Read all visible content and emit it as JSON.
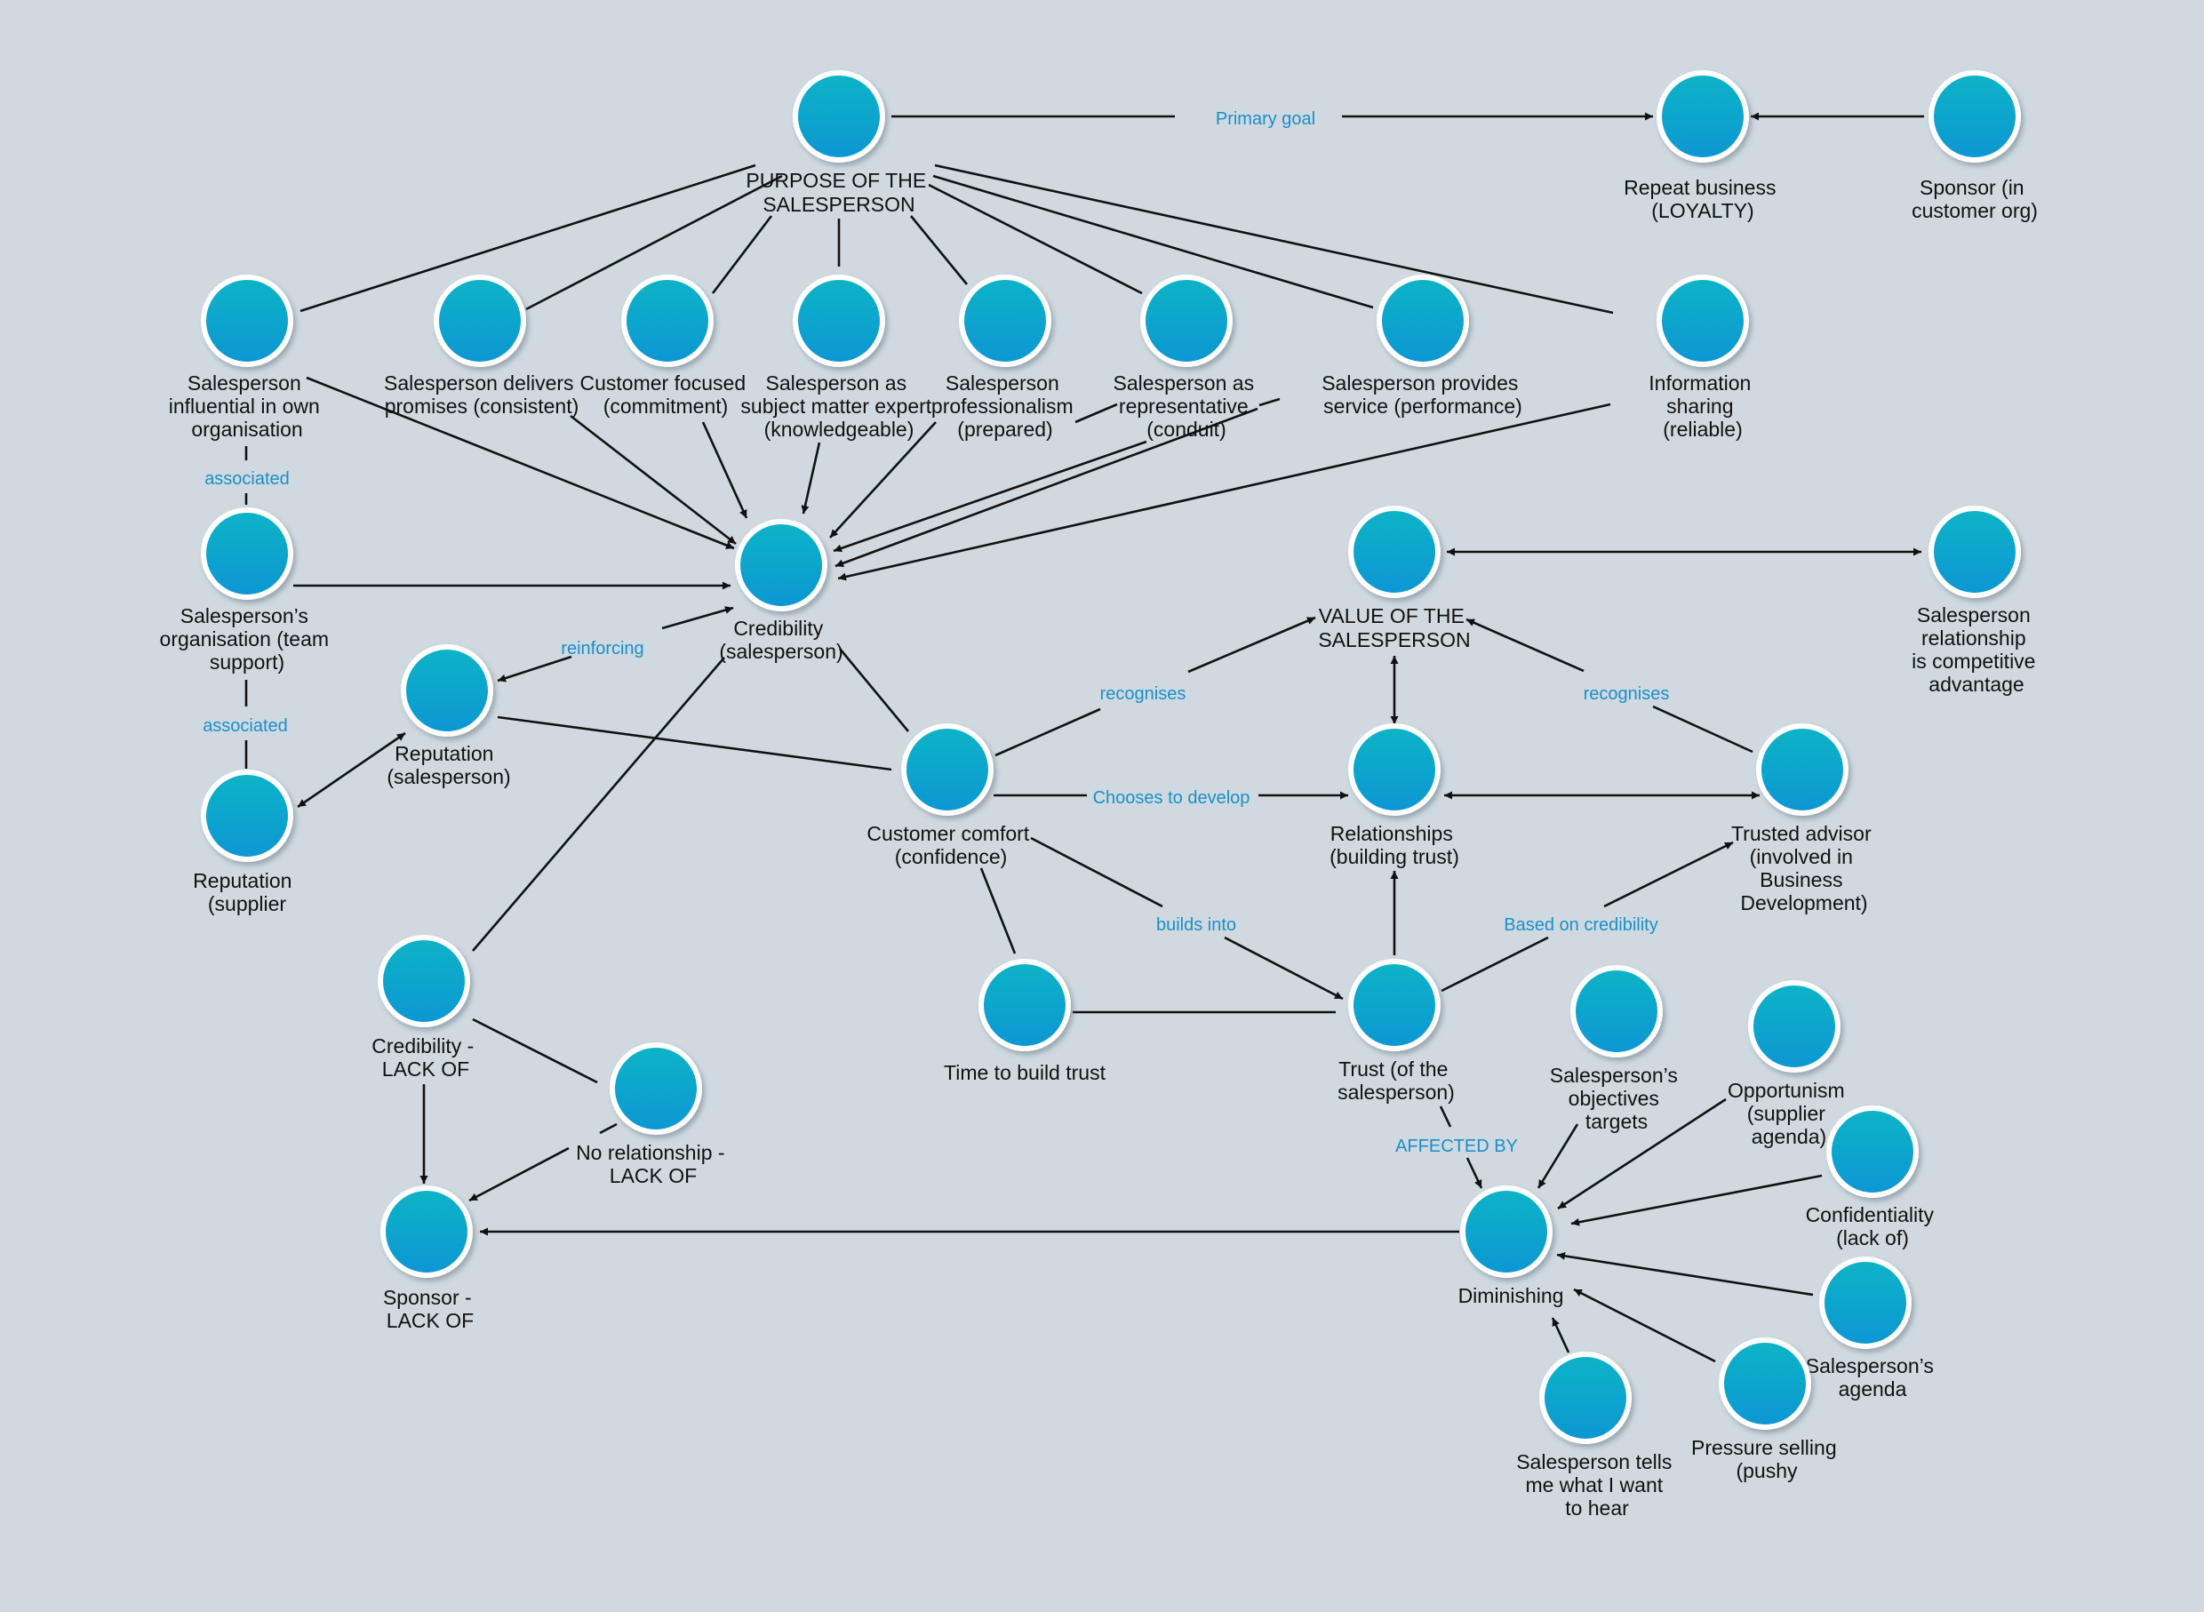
{
  "colors": {
    "background": "#d0d9e0",
    "node_fill_top": "#0fb4c6",
    "node_fill_bottom": "#0a96d4",
    "node_ring": "#ffffff",
    "edge": "#111111",
    "edge_label": "#1a8fc9"
  },
  "nodes": {
    "purpose": {
      "label": [
        "PURPOSE OF THE",
        "SALESPERSON"
      ]
    },
    "repeat": {
      "label": [
        "Repeat business",
        "(LOYALTY)"
      ]
    },
    "sponsor": {
      "label": [
        "Sponsor (in",
        "customer org)"
      ]
    },
    "influential": {
      "label": [
        "Salesperson",
        "influential in own",
        "organisation"
      ]
    },
    "delivers": {
      "label": [
        "Salesperson delivers",
        "promises (consistent)"
      ]
    },
    "focused": {
      "label": [
        "Customer focused",
        "(commitment)"
      ]
    },
    "sme": {
      "label": [
        "Salesperson as",
        "subject matter expert",
        "(knowledgeable)"
      ]
    },
    "professionalism": {
      "label": [
        "Salesperson",
        "professionalism",
        "(prepared)"
      ]
    },
    "representative": {
      "label": [
        "Salesperson as",
        "representative",
        "(conduit)"
      ]
    },
    "service": {
      "label": [
        "Salesperson provides",
        "service (performance)"
      ]
    },
    "info": {
      "label": [
        "Information",
        "sharing",
        "(reliable)"
      ]
    },
    "org": {
      "label": [
        "Salesperson’s",
        "organisation (team",
        "support)"
      ]
    },
    "credibility": {
      "label": [
        "Credibility",
        "(salesperson)"
      ]
    },
    "value": {
      "label": [
        "VALUE OF THE",
        "SALESPERSON"
      ]
    },
    "competitive": {
      "label": [
        "Salesperson",
        "relationship",
        "is competitive",
        "advantage"
      ]
    },
    "rep_sales": {
      "label": [
        "Reputation",
        "(salesperson)"
      ]
    },
    "rep_supplier": {
      "label": [
        "Reputation",
        "(supplier"
      ]
    },
    "comfort": {
      "label": [
        "Customer comfort",
        "(confidence)"
      ]
    },
    "relationships": {
      "label": [
        "Relationships",
        "(building trust)"
      ]
    },
    "advisor": {
      "label": [
        "Trusted advisor",
        "(involved in",
        "Business",
        "Development)"
      ]
    },
    "cred_lack": {
      "label": [
        "Credibility -",
        "LACK OF"
      ]
    },
    "time": {
      "label": [
        "Time to build trust"
      ]
    },
    "trust": {
      "label": [
        "Trust (of the",
        "salesperson)"
      ]
    },
    "objectives": {
      "label": [
        "Salesperson’s",
        "objectives",
        "targets"
      ]
    },
    "opportunism": {
      "label": [
        "Opportunism",
        "(supplier",
        "agenda)"
      ]
    },
    "no_rel": {
      "label": [
        "No relationship -",
        "LACK OF"
      ]
    },
    "confidentiality": {
      "label": [
        "Confidentiality",
        "(lack of)"
      ]
    },
    "sponsor_lack": {
      "label": [
        "Sponsor -",
        "LACK OF"
      ]
    },
    "diminishing": {
      "label": [
        "Diminishing"
      ]
    },
    "agenda": {
      "label": [
        "Salesperson’s",
        "agenda"
      ]
    },
    "tells": {
      "label": [
        "Salesperson tells",
        "me what I want",
        "to hear"
      ]
    },
    "pressure": {
      "label": [
        "Pressure selling",
        "(pushy"
      ]
    }
  },
  "edge_labels": {
    "primary_goal": "Primary goal",
    "associated_1": "associated",
    "associated_2": "associated",
    "reinforcing": "reinforcing",
    "recognises_1": "recognises",
    "recognises_2": "recognises",
    "chooses": "Chooses to develop",
    "builds": "builds into",
    "based": "Based on credibility",
    "affected": "AFFECTED BY"
  }
}
